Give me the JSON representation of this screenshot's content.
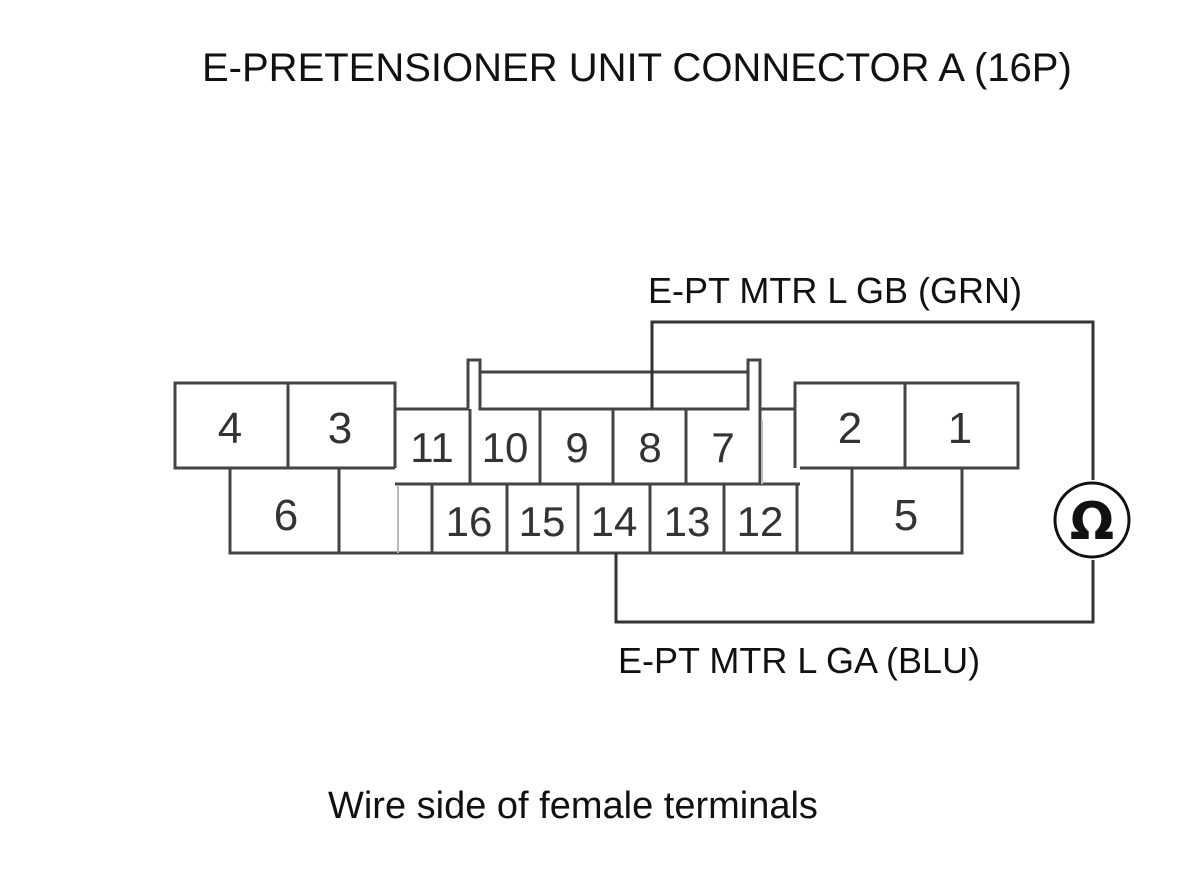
{
  "title": "E-PRETENSIONER UNIT CONNECTOR A (16P)",
  "wire_gb_label": "E-PT MTR L GB (GRN)",
  "wire_ga_label": "E-PT MTR L GA (BLU)",
  "caption": "Wire side of female terminals",
  "meter_symbol": "Ω",
  "pins": {
    "p1": "1",
    "p2": "2",
    "p3": "3",
    "p4": "4",
    "p5": "5",
    "p6": "6",
    "p7": "7",
    "p8": "8",
    "p9": "9",
    "p10": "10",
    "p11": "11",
    "p12": "12",
    "p13": "13",
    "p14": "14",
    "p15": "15",
    "p16": "16"
  },
  "connections": [
    {
      "label": "E-PT MTR L GB (GRN)",
      "from_pin": "8",
      "to": "ohmmeter"
    },
    {
      "label": "E-PT MTR L GA (BLU)",
      "from_pin": "14",
      "to": "ohmmeter"
    }
  ]
}
